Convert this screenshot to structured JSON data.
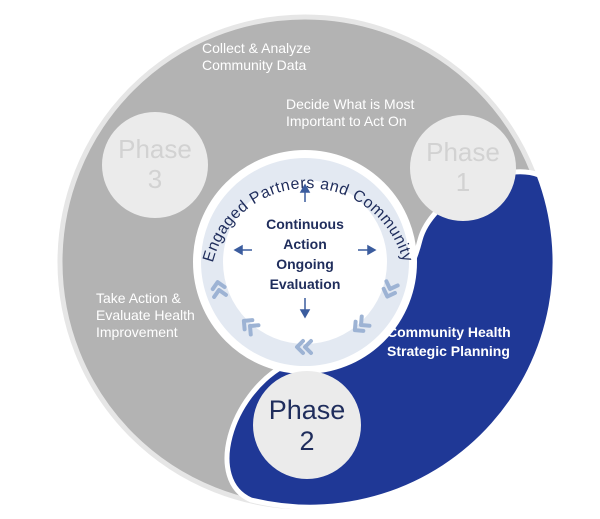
{
  "center": {
    "ring_label": "Engaged Partners and Community",
    "core_lines": [
      "Continuous",
      "Action",
      "Ongoing",
      "Evaluation"
    ]
  },
  "phases": {
    "phase1": {
      "lines": [
        "Phase",
        "1"
      ]
    },
    "phase2": {
      "lines": [
        "Phase",
        "2"
      ]
    },
    "phase3": {
      "lines": [
        "Phase",
        "3"
      ]
    }
  },
  "labels": {
    "collect": [
      "Collect & Analyze",
      "Community Data"
    ],
    "decide": [
      "Decide What is Most",
      "Important to Act On"
    ],
    "take_action": [
      "Take Action &",
      "Evaluate Health",
      "Improvement"
    ],
    "strategic": [
      "Community Health",
      "Strategic Planning"
    ]
  },
  "colors": {
    "gray_segment": "#b3b3b3",
    "phase_circle": "#ebebeb",
    "blue_segment": "#1f3896",
    "dark_text": "#1f2d5c",
    "ring_fill": "#e3e9f2",
    "chevron": "#9db3d4"
  }
}
